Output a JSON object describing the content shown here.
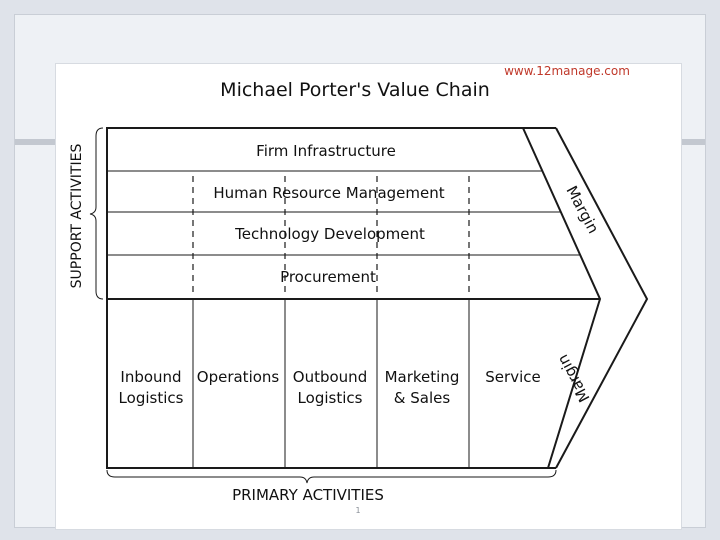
{
  "source_url": "www.12manage.com",
  "title": "Michael Porter's Value Chain",
  "support_label": "SUPPORT ACTIVITIES",
  "primary_label": "PRIMARY ACTIVITIES",
  "margin_label": "Margin",
  "page_number": "1",
  "support_activities": [
    "Firm Infrastructure",
    "Human Resource Management",
    "Technology Development",
    "Procurement"
  ],
  "primary_activities": [
    {
      "line1": "Inbound",
      "line2": "Logistics"
    },
    {
      "line1": "Operations",
      "line2": ""
    },
    {
      "line1": "Outbound",
      "line2": "Logistics"
    },
    {
      "line1": "Marketing",
      "line2": "& Sales"
    },
    {
      "line1": "Service",
      "line2": ""
    }
  ],
  "colors": {
    "url": "#c0392b",
    "line": "#1a1a1a"
  }
}
